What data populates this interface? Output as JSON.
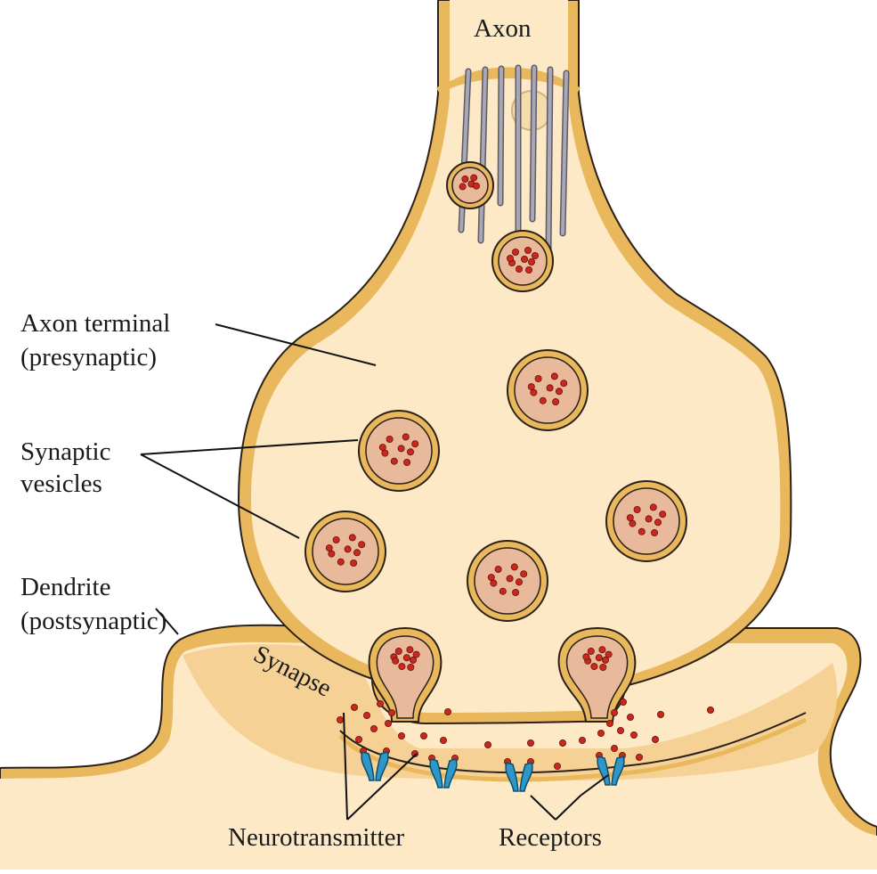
{
  "labels": {
    "axon": "Axon",
    "axon_terminal": "Axon terminal",
    "presynaptic": "(presynaptic)",
    "synaptic": "Synaptic",
    "vesicles": "vesicles",
    "dendrite": "Dendrite",
    "postsynaptic": "(postsynaptic)",
    "synapse": "Synapse",
    "neurotransmitter": "Neurotransmitter",
    "receptors": "Receptors"
  },
  "colors": {
    "membrane": "#e9b85c",
    "membrane_edge": "#2b2016",
    "cytoplasm": "#fde9c6",
    "cleft": "#f6d196",
    "vesicle_fill": "#e8b99a",
    "neurotransmitter": "#c8281e",
    "receptor": "#2e97c8",
    "microtubule": "#9a98a6"
  }
}
